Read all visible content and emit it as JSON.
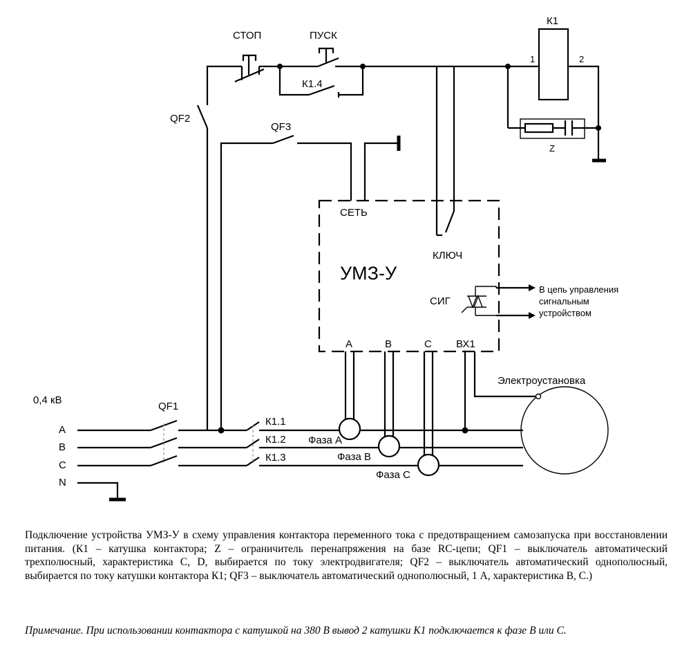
{
  "labels": {
    "stop": "СТОП",
    "start": "ПУСК",
    "k1": "К1",
    "k1_pin1": "1",
    "k1_pin2": "2",
    "k1_4": "К1.4",
    "qf2": "QF2",
    "qf3": "QF3",
    "qf1": "QF1",
    "z": "Z",
    "net": "СЕТЬ",
    "key": "КЛЮЧ",
    "device": "УМЗ-У",
    "sig": "СИГ",
    "out_line1": "В цепь управления",
    "out_line2": "сигнальным",
    "out_line3": "устройством",
    "in_a": "A",
    "in_b": "B",
    "in_c": "C",
    "in_vx1": "ВХ1",
    "load": "Электроустановка",
    "voltage": "0,4 кВ",
    "line_a": "A",
    "line_b": "B",
    "line_c": "C",
    "line_n": "N",
    "k1_1": "К1.1",
    "k1_2": "К1.2",
    "k1_3": "К1.3",
    "phase_a": "Фаза A",
    "phase_b": "Фаза B",
    "phase_c": "Фаза C"
  },
  "caption": "Подключение устройства УМЗ-У в схему управления контактора переменного тока с предотвращением самозапуска при восстановлении питания. (К1 – катушка контактора; Z – ограничитель перенапряжения на базе RC-цепи; QF1 – выключатель автоматический трехполюсный, характеристика С, D, выбирается по току электродвигателя; QF2 – выключатель автоматический однополюсный, выбирается по току катушки контактора К1; QF3 – выключатель автоматический однополюсный, 1 А, характеристика В, С.)",
  "note": "Примечание. При использовании контактора с катушкой на 380 В вывод 2 катушки К1 подключается к фазе В или С."
}
